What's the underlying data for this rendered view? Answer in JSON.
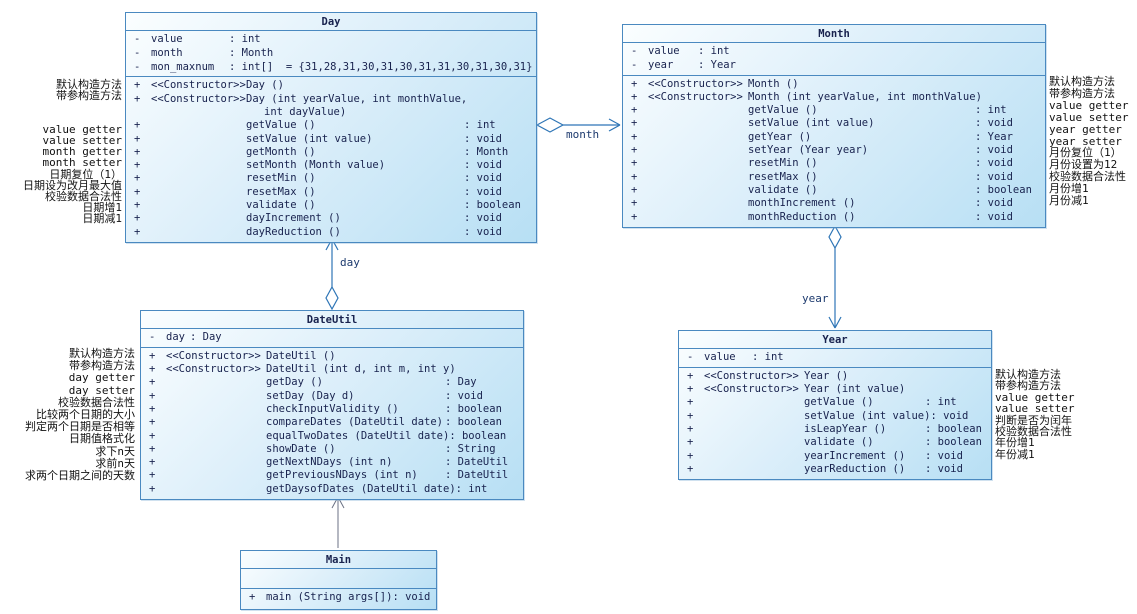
{
  "diagram": {
    "classes": [
      {
        "name": "Day",
        "attributes": [
          {
            "vis": "-",
            "name": "value",
            "type": ": int"
          },
          {
            "vis": "-",
            "name": "month",
            "type": ": Month"
          },
          {
            "vis": "-",
            "name": "mon_maxnum",
            "type": ": int[]  = {31,28,31,30,31,30,31,31,30,31,30,31}"
          }
        ],
        "methods": [
          {
            "vis": "+",
            "stereo": "<<Constructor>>",
            "name": "Day ()",
            "type": ""
          },
          {
            "vis": "+",
            "stereo": "<<Constructor>>",
            "name": "Day (int yearValue, int monthValue,",
            "cont": "int dayValue)",
            "type": ""
          },
          {
            "vis": "+",
            "stereo": "",
            "name": "getValue ()",
            "type": ": int"
          },
          {
            "vis": "+",
            "stereo": "",
            "name": "setValue (int value)",
            "type": ": void"
          },
          {
            "vis": "+",
            "stereo": "",
            "name": "getMonth ()",
            "type": ": Month"
          },
          {
            "vis": "+",
            "stereo": "",
            "name": "setMonth (Month value)",
            "type": ": void"
          },
          {
            "vis": "+",
            "stereo": "",
            "name": "resetMin ()",
            "type": ": void"
          },
          {
            "vis": "+",
            "stereo": "",
            "name": "resetMax ()",
            "type": ": void"
          },
          {
            "vis": "+",
            "stereo": "",
            "name": "validate ()",
            "type": ": boolean"
          },
          {
            "vis": "+",
            "stereo": "",
            "name": "dayIncrement ()",
            "type": ": void"
          },
          {
            "vis": "+",
            "stereo": "",
            "name": "dayReduction ()",
            "type": ": void"
          }
        ]
      },
      {
        "name": "Month",
        "attributes": [
          {
            "vis": "-",
            "name": "value",
            "type": ": int"
          },
          {
            "vis": "-",
            "name": "year",
            "type": ": Year"
          }
        ],
        "methods": [
          {
            "vis": "+",
            "stereo": "<<Constructor>>",
            "name": "Month ()",
            "type": ""
          },
          {
            "vis": "+",
            "stereo": "<<Constructor>>",
            "name": "Month (int yearValue, int monthValue)",
            "type": ""
          },
          {
            "vis": "+",
            "stereo": "",
            "name": "getValue ()",
            "type": ": int"
          },
          {
            "vis": "+",
            "stereo": "",
            "name": "setValue (int value)",
            "type": ": void"
          },
          {
            "vis": "+",
            "stereo": "",
            "name": "getYear ()",
            "type": ": Year"
          },
          {
            "vis": "+",
            "stereo": "",
            "name": "setYear (Year year)",
            "type": ": void"
          },
          {
            "vis": "+",
            "stereo": "",
            "name": "resetMin ()",
            "type": ": void"
          },
          {
            "vis": "+",
            "stereo": "",
            "name": "resetMax ()",
            "type": ": void"
          },
          {
            "vis": "+",
            "stereo": "",
            "name": "validate ()",
            "type": ": boolean"
          },
          {
            "vis": "+",
            "stereo": "",
            "name": "monthIncrement ()",
            "type": ": void"
          },
          {
            "vis": "+",
            "stereo": "",
            "name": "monthReduction ()",
            "type": ": void"
          }
        ]
      },
      {
        "name": "DateUtil",
        "attributes": [
          {
            "vis": "-",
            "name": "day",
            "type": ": Day"
          }
        ],
        "methods": [
          {
            "vis": "+",
            "stereo": "<<Constructor>>",
            "name": "DateUtil ()",
            "type": ""
          },
          {
            "vis": "+",
            "stereo": "<<Constructor>>",
            "name": "DateUtil (int d, int m, int y)",
            "type": ""
          },
          {
            "vis": "+",
            "stereo": "",
            "name": "getDay ()",
            "type": ": Day"
          },
          {
            "vis": "+",
            "stereo": "",
            "name": "setDay (Day d)",
            "type": ": void"
          },
          {
            "vis": "+",
            "stereo": "",
            "name": "checkInputValidity ()",
            "type": ": boolean"
          },
          {
            "vis": "+",
            "stereo": "",
            "name": "compareDates (DateUtil date)",
            "type": ": boolean"
          },
          {
            "vis": "+",
            "stereo": "",
            "name": "equalTwoDates (DateUtil date)",
            "type": ": boolean"
          },
          {
            "vis": "+",
            "stereo": "",
            "name": "showDate ()",
            "type": ": String"
          },
          {
            "vis": "+",
            "stereo": "",
            "name": "getNextNDays (int n)",
            "type": ": DateUtil"
          },
          {
            "vis": "+",
            "stereo": "",
            "name": "getPreviousNDays (int n)",
            "type": ": DateUtil"
          },
          {
            "vis": "+",
            "stereo": "",
            "name": "getDaysofDates (DateUtil date)",
            "type": ": int"
          }
        ]
      },
      {
        "name": "Year",
        "attributes": [
          {
            "vis": "-",
            "name": "value",
            "type": ": int"
          }
        ],
        "methods": [
          {
            "vis": "+",
            "stereo": "<<Constructor>>",
            "name": "Year ()",
            "type": ""
          },
          {
            "vis": "+",
            "stereo": "<<Constructor>>",
            "name": "Year (int value)",
            "type": ""
          },
          {
            "vis": "+",
            "stereo": "",
            "name": "getValue ()",
            "type": ": int"
          },
          {
            "vis": "+",
            "stereo": "",
            "name": "setValue (int value)",
            "type": ": void"
          },
          {
            "vis": "+",
            "stereo": "",
            "name": "isLeapYear ()",
            "type": ": boolean"
          },
          {
            "vis": "+",
            "stereo": "",
            "name": "validate ()",
            "type": ": boolean"
          },
          {
            "vis": "+",
            "stereo": "",
            "name": "yearIncrement ()",
            "type": ": void"
          },
          {
            "vis": "+",
            "stereo": "",
            "name": "yearReduction ()",
            "type": ": void"
          }
        ]
      },
      {
        "name": "Main",
        "attributes": [],
        "methods": [
          {
            "vis": "+",
            "stereo": "",
            "name": "main (String args[])",
            "type": ": void"
          }
        ]
      }
    ],
    "connectors": [
      {
        "label": "month",
        "type": "aggregation",
        "from": "Day",
        "to": "Month"
      },
      {
        "label": "day",
        "type": "aggregation",
        "from": "DateUtil",
        "to": "Day"
      },
      {
        "label": "year",
        "type": "aggregation",
        "from": "Month",
        "to": "Year"
      },
      {
        "label": "",
        "type": "association",
        "from": "Main",
        "to": "DateUtil"
      }
    ],
    "notes": [
      {
        "for": "Day",
        "side": "left",
        "lines": [
          "默认构造方法",
          "带参构造方法",
          "",
          "",
          "value getter",
          "value setter",
          "month getter",
          "month setter",
          "日期复位（1）",
          "日期设为改月最大值",
          "校验数据合法性",
          "日期增1",
          "日期减1"
        ]
      },
      {
        "for": "Month",
        "side": "right",
        "lines": [
          "默认构造方法",
          "带参构造方法",
          "value getter",
          "value setter",
          "year getter",
          "year setter",
          "月份复位（1）",
          "月份设置为12",
          "校验数据合法性",
          "月份增1",
          "月份减1"
        ]
      },
      {
        "for": "DateUtil",
        "side": "left",
        "lines": [
          "默认构造方法",
          "带参构造方法",
          "day getter",
          "day setter",
          "校验数据合法性",
          "比较两个日期的大小",
          "判定两个日期是否相等",
          "日期值格式化",
          "求下n天",
          "求前n天",
          "求两个日期之间的天数"
        ]
      },
      {
        "for": "Year",
        "side": "right",
        "lines": [
          "默认构造方法",
          "带参构造方法",
          "value getter",
          "value setter",
          "判断是否为闰年",
          "校验数据合法性",
          "年份增1",
          "年份减1"
        ]
      }
    ]
  }
}
